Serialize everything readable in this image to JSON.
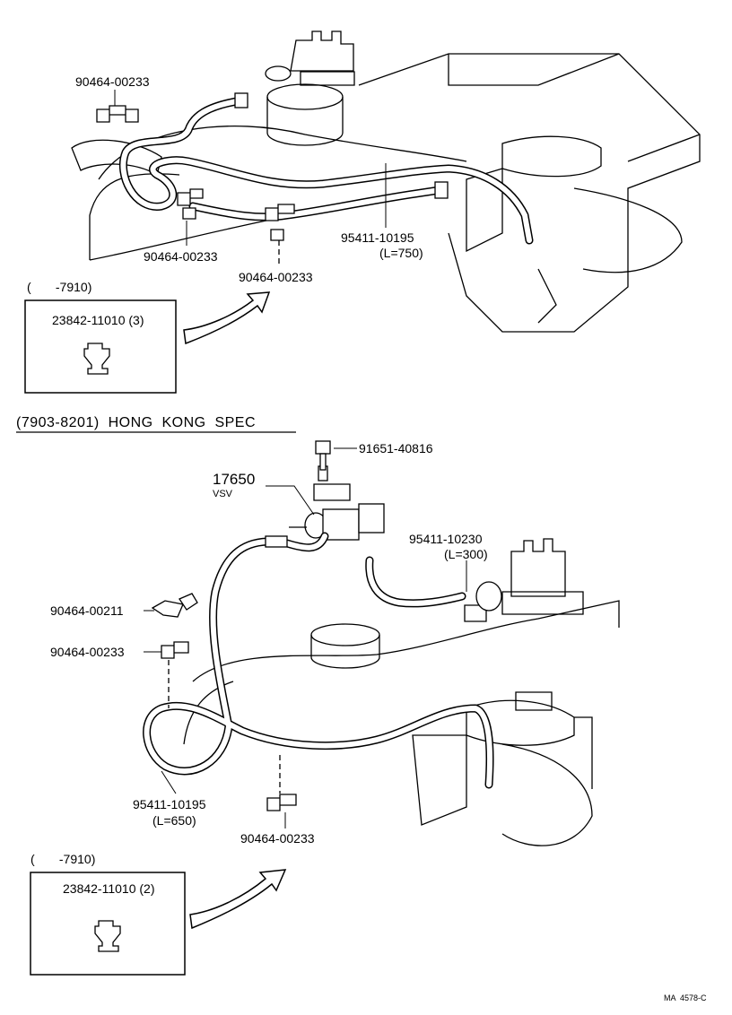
{
  "upper": {
    "clip_a": "90464-00233",
    "clip_b": "90464-00233",
    "clip_c": "90464-00233",
    "hose_part": "95411-10195",
    "hose_length": "(L=750)",
    "inset_range": "(       -7910)",
    "inset_part": "23842-11010 (3)"
  },
  "lower": {
    "heading": "(7903-8201)  HONG  KONG  SPEC",
    "bolt_part": "91651-40816",
    "vsv_part": "17650",
    "vsv_label": "VSV",
    "hose_short_part": "95411-10230",
    "hose_short_length": "(L=300)",
    "clip_d": "90464-00211",
    "clip_e": "90464-00233",
    "hose_part": "95411-10195",
    "hose_length": "(L=650)",
    "clip_f": "90464-00233",
    "inset_range": "(       -7910)",
    "inset_part": "23842-11010 (2)"
  },
  "footer": {
    "code": "MA  4578-C"
  }
}
